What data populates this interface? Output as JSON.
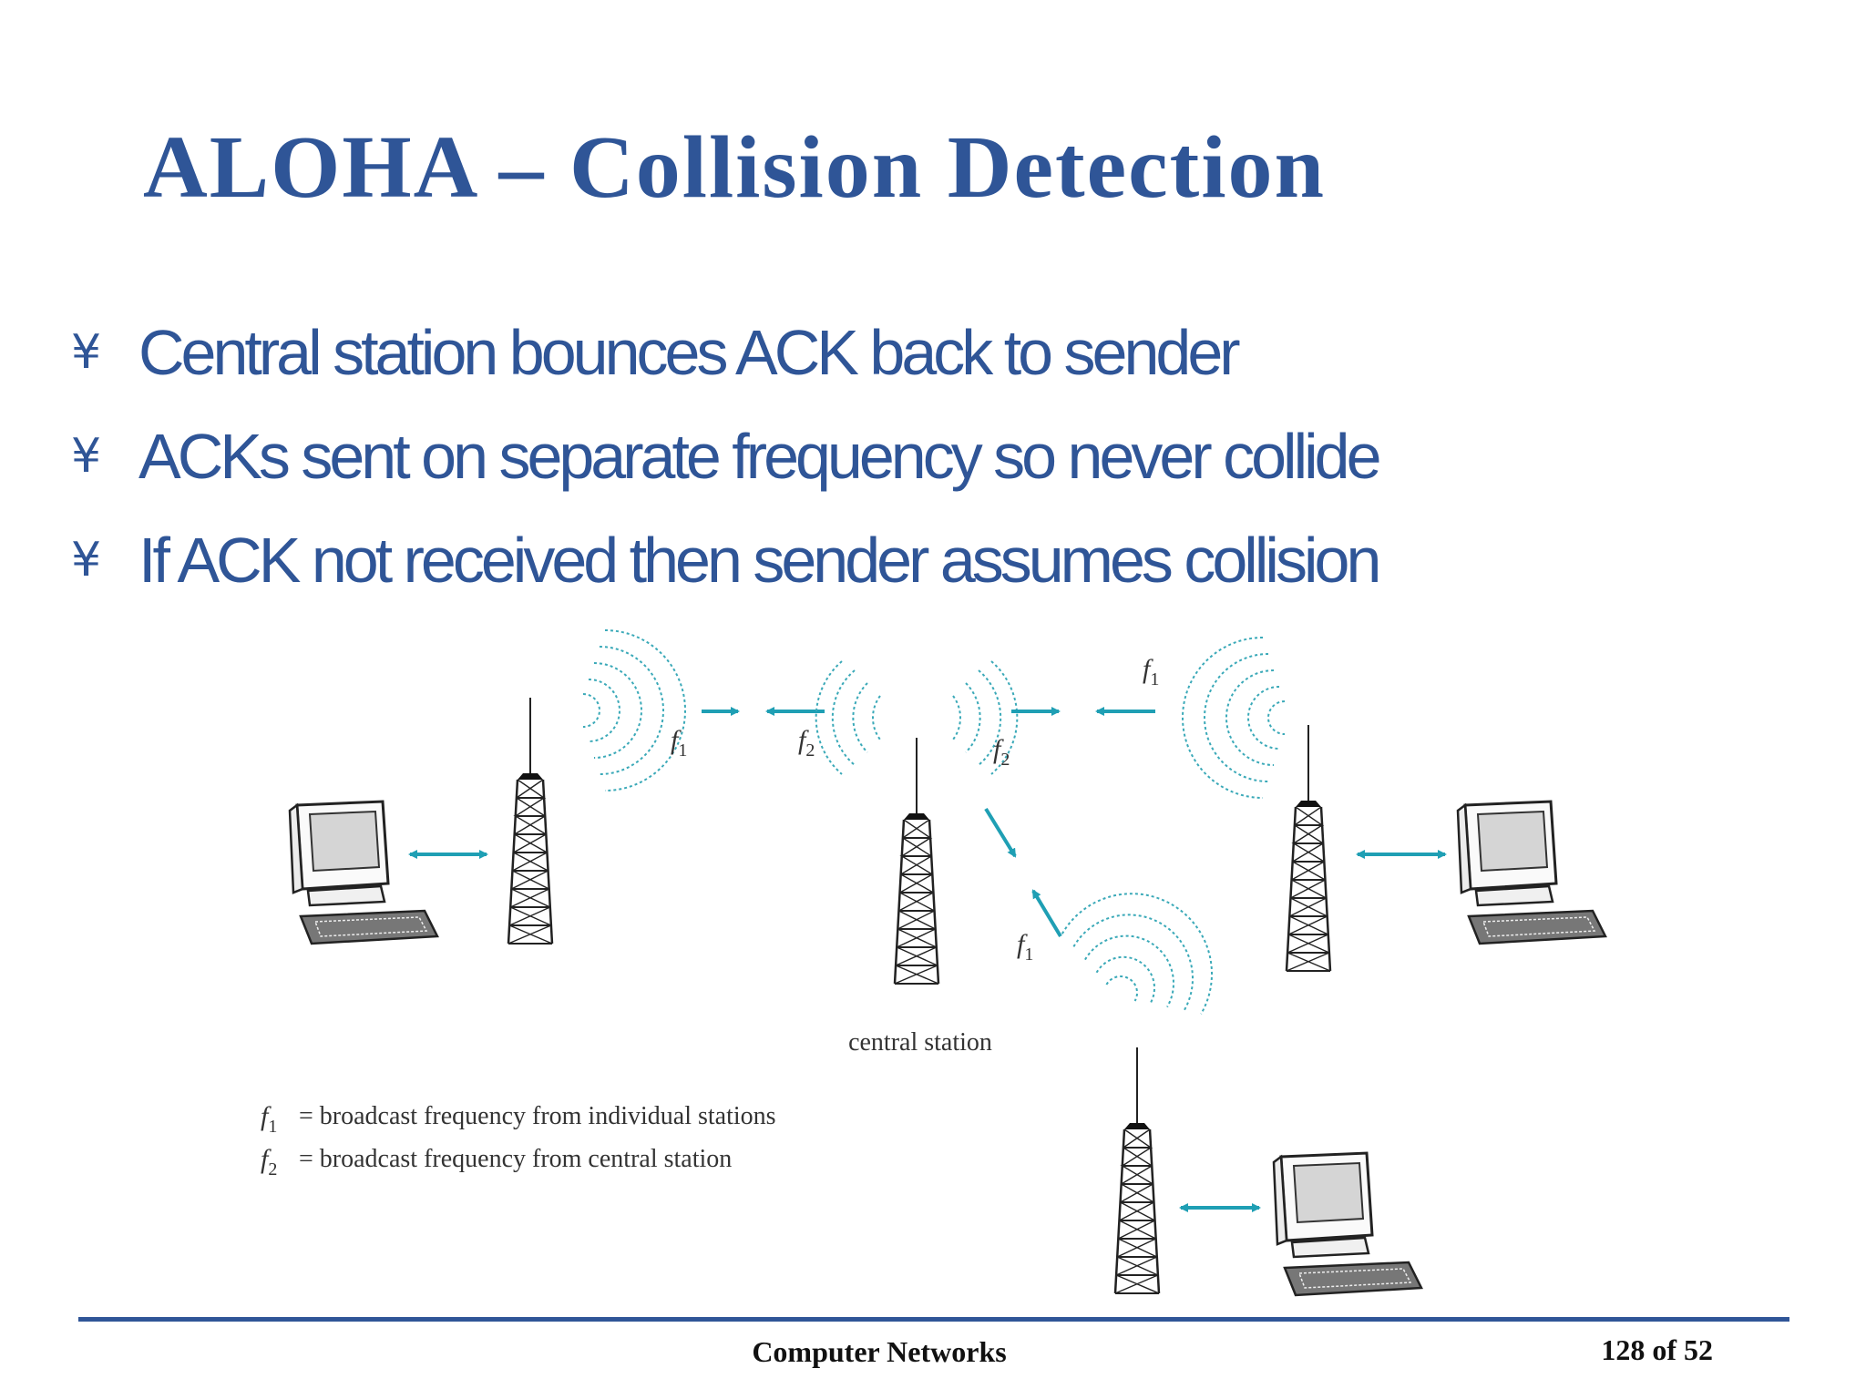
{
  "slide": {
    "title": "ALOHA – Collision Detection",
    "bullet_marker": "¥",
    "bullets": [
      "Central station bounces ACK back to sender",
      "ACKs sent on separate frequency so never collide",
      "If ACK not received then sender assumes collision"
    ]
  },
  "diagram": {
    "central_label": "central station",
    "freq_labels": {
      "f1": "f",
      "f1_sub": "1",
      "f2": "f",
      "f2_sub": "2"
    },
    "legend": [
      {
        "sym": "f",
        "sub": "1",
        "text": "= broadcast frequency from individual stations"
      },
      {
        "sym": "f",
        "sub": "2",
        "text": "= broadcast frequency from central station"
      }
    ],
    "colors": {
      "arrow": "#1f9fb4",
      "wave": "#3aa9b8",
      "ink": "#222222"
    }
  },
  "footer": {
    "center": "Computer Networks",
    "page": "128 of 52"
  }
}
